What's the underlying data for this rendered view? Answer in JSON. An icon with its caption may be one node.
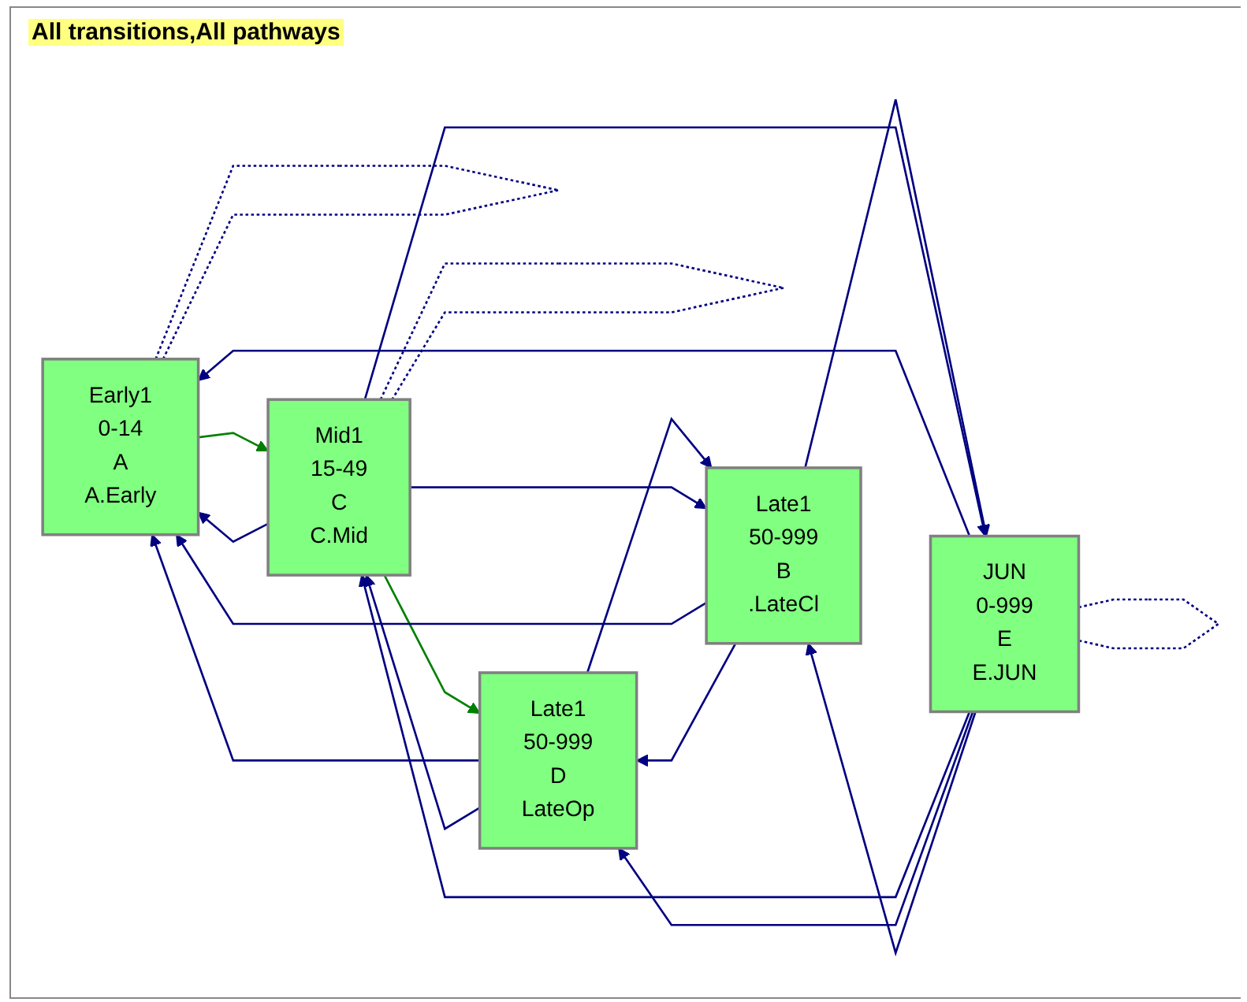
{
  "diagram": {
    "title": "All transitions,All pathways",
    "nodes": [
      {
        "text": [
          "Early1",
          "0-14",
          "A",
          "A.Early"
        ]
      },
      {
        "text": [
          "Mid1",
          "15-49",
          "C",
          "C.Mid"
        ]
      },
      {
        "text": [
          "Late1",
          "50-999",
          "D",
          "LateOp"
        ]
      },
      {
        "text": [
          "Late1",
          "50-999",
          "B",
          ".LateCl"
        ]
      },
      {
        "text": [
          "JUN",
          "0-999",
          "E",
          "E.JUN"
        ]
      }
    ],
    "edges": [
      {
        "from": 0,
        "to": 1,
        "arrow": "to",
        "color": "#008000"
      },
      {
        "from": 1,
        "to": 2,
        "arrow": "to",
        "color": "#008000"
      },
      {
        "from": 0,
        "to": 0,
        "arrow": "none",
        "style": "dashed"
      },
      {
        "from": 1,
        "to": 0,
        "arrow": "to"
      },
      {
        "from": 2,
        "to": 0,
        "arrow": "to"
      },
      {
        "from": 3,
        "to": 0,
        "arrow": "to"
      },
      {
        "from": 4,
        "to": 0,
        "arrow": "to"
      },
      {
        "from": 1,
        "to": 1,
        "arrow": "none",
        "style": "dashed"
      },
      {
        "from": 2,
        "to": 1,
        "arrow": "to"
      },
      {
        "from": 4,
        "to": 1,
        "arrow": "to"
      },
      {
        "from": 2,
        "to": 3,
        "arrow": "to"
      },
      {
        "from": 1,
        "to": 3,
        "arrow": "to"
      },
      {
        "from": 3,
        "to": 2,
        "arrow": "to"
      },
      {
        "from": 4,
        "to": 2,
        "arrow": "to"
      },
      {
        "from": 3,
        "to": 4,
        "arrow": "to"
      },
      {
        "from": 1,
        "to": 4,
        "arrow": "to"
      },
      {
        "from": 4,
        "to": 3,
        "arrow": "to"
      },
      {
        "from": 4,
        "to": 4,
        "arrow": "none",
        "style": "dashed"
      }
    ]
  }
}
